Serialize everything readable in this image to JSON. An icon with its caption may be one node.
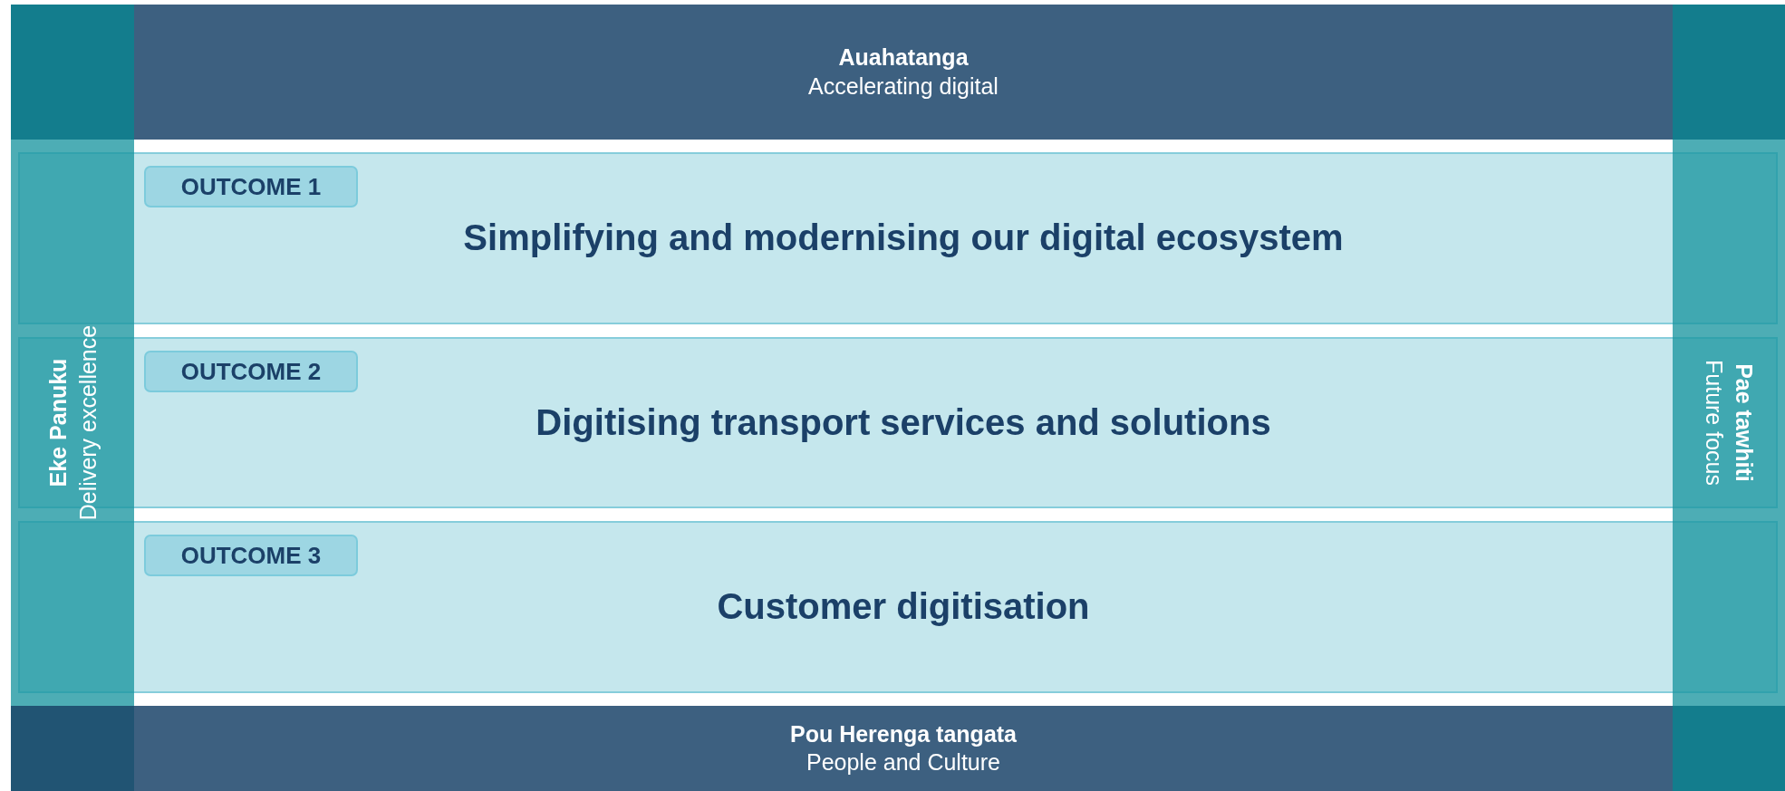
{
  "diagram": {
    "nodes": [
      {
        "text": [
          "Auahatanga",
          "Accelerating digital"
        ]
      },
      {
        "text": [
          "Eke Panuku",
          "Delivery excellence"
        ]
      },
      {
        "text": [
          "Simplifying and modernising our digital ecosystem"
        ]
      },
      {
        "text": [
          "OUTCOME 1"
        ],
        "in": 2
      },
      {
        "text": [
          "Digitising transport services and solutions"
        ]
      },
      {
        "text": [
          "OUTCOME 2"
        ],
        "in": 4
      },
      {
        "text": [
          "Customer digitisation"
        ]
      },
      {
        "text": [
          "OUTCOME 3"
        ],
        "in": 6
      },
      {
        "text": [
          "Pae tawhiti",
          "Future focus"
        ]
      },
      {
        "text": [
          "Pou Herenga tangata",
          "People and Culture"
        ]
      }
    ]
  }
}
